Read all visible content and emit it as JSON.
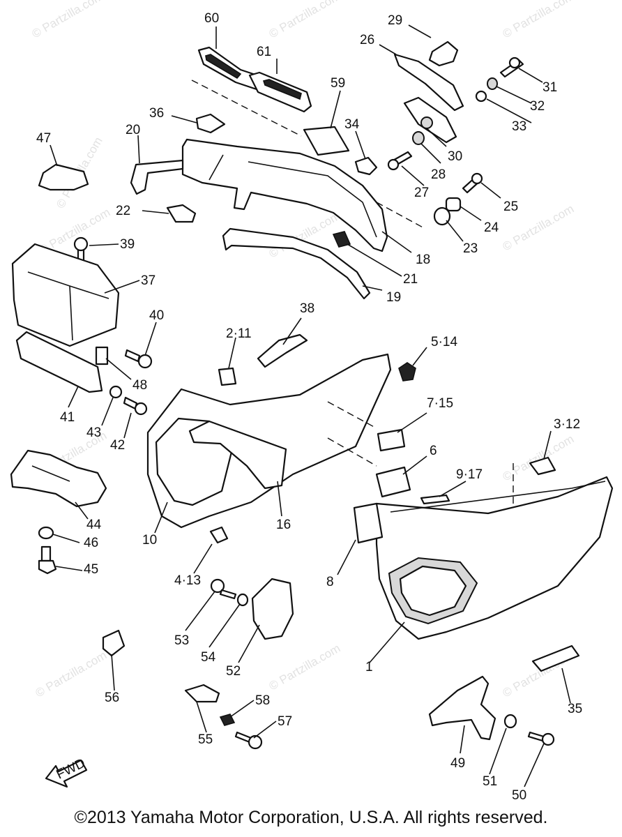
{
  "watermark": "© Partzilla.com",
  "callouts": [
    "60",
    "61",
    "29",
    "26",
    "31",
    "32",
    "33",
    "59",
    "34",
    "36",
    "20",
    "47",
    "30",
    "28",
    "27",
    "25",
    "24",
    "23",
    "22",
    "18",
    "21",
    "19",
    "39",
    "37",
    "38",
    "40",
    "2·11",
    "5·14",
    "48",
    "7·15",
    "41",
    "43",
    "42",
    "3·12",
    "6",
    "9·17",
    "44",
    "10",
    "16",
    "46",
    "45",
    "4·13",
    "8",
    "53",
    "54",
    "52",
    "1",
    "56",
    "35",
    "58",
    "57",
    "55",
    "49",
    "51",
    "50"
  ],
  "fwd_label": "FWD",
  "copyright": "©2013 Yamaha Motor Corporation, U.S.A. All rights reserved."
}
